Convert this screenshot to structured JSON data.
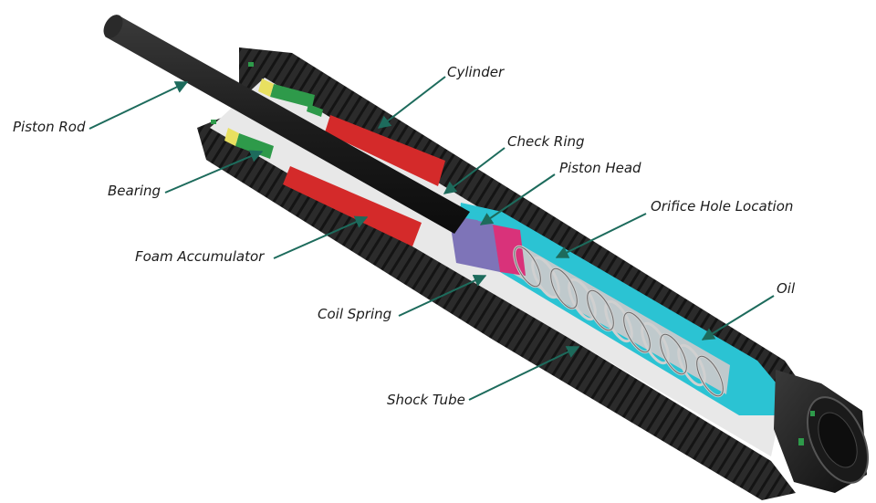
{
  "labels": {
    "cylinder": "Cylinder",
    "piston_rod": "Piston Rod",
    "check_ring": "Check Ring",
    "piston_head": "Piston Head",
    "orifice_hole_location": "Orifice Hole Location",
    "bearing": "Bearing",
    "foam_accumulator": "Foam Accumulator",
    "oil": "Oil",
    "coil_spring": "Coil Spring",
    "shock_tube": "Shock Tube"
  },
  "colors": {
    "leader_line": "#1d6b5c",
    "body_dark": "#2a2a2a",
    "foam_red": "#d42a2a",
    "oil_cyan": "#2bc3d3",
    "spring_pink": "#d9327a",
    "piston_purple": "#7e74b8",
    "seal_green": "#2e9a4a",
    "bearing_yellow": "#e8e060"
  }
}
